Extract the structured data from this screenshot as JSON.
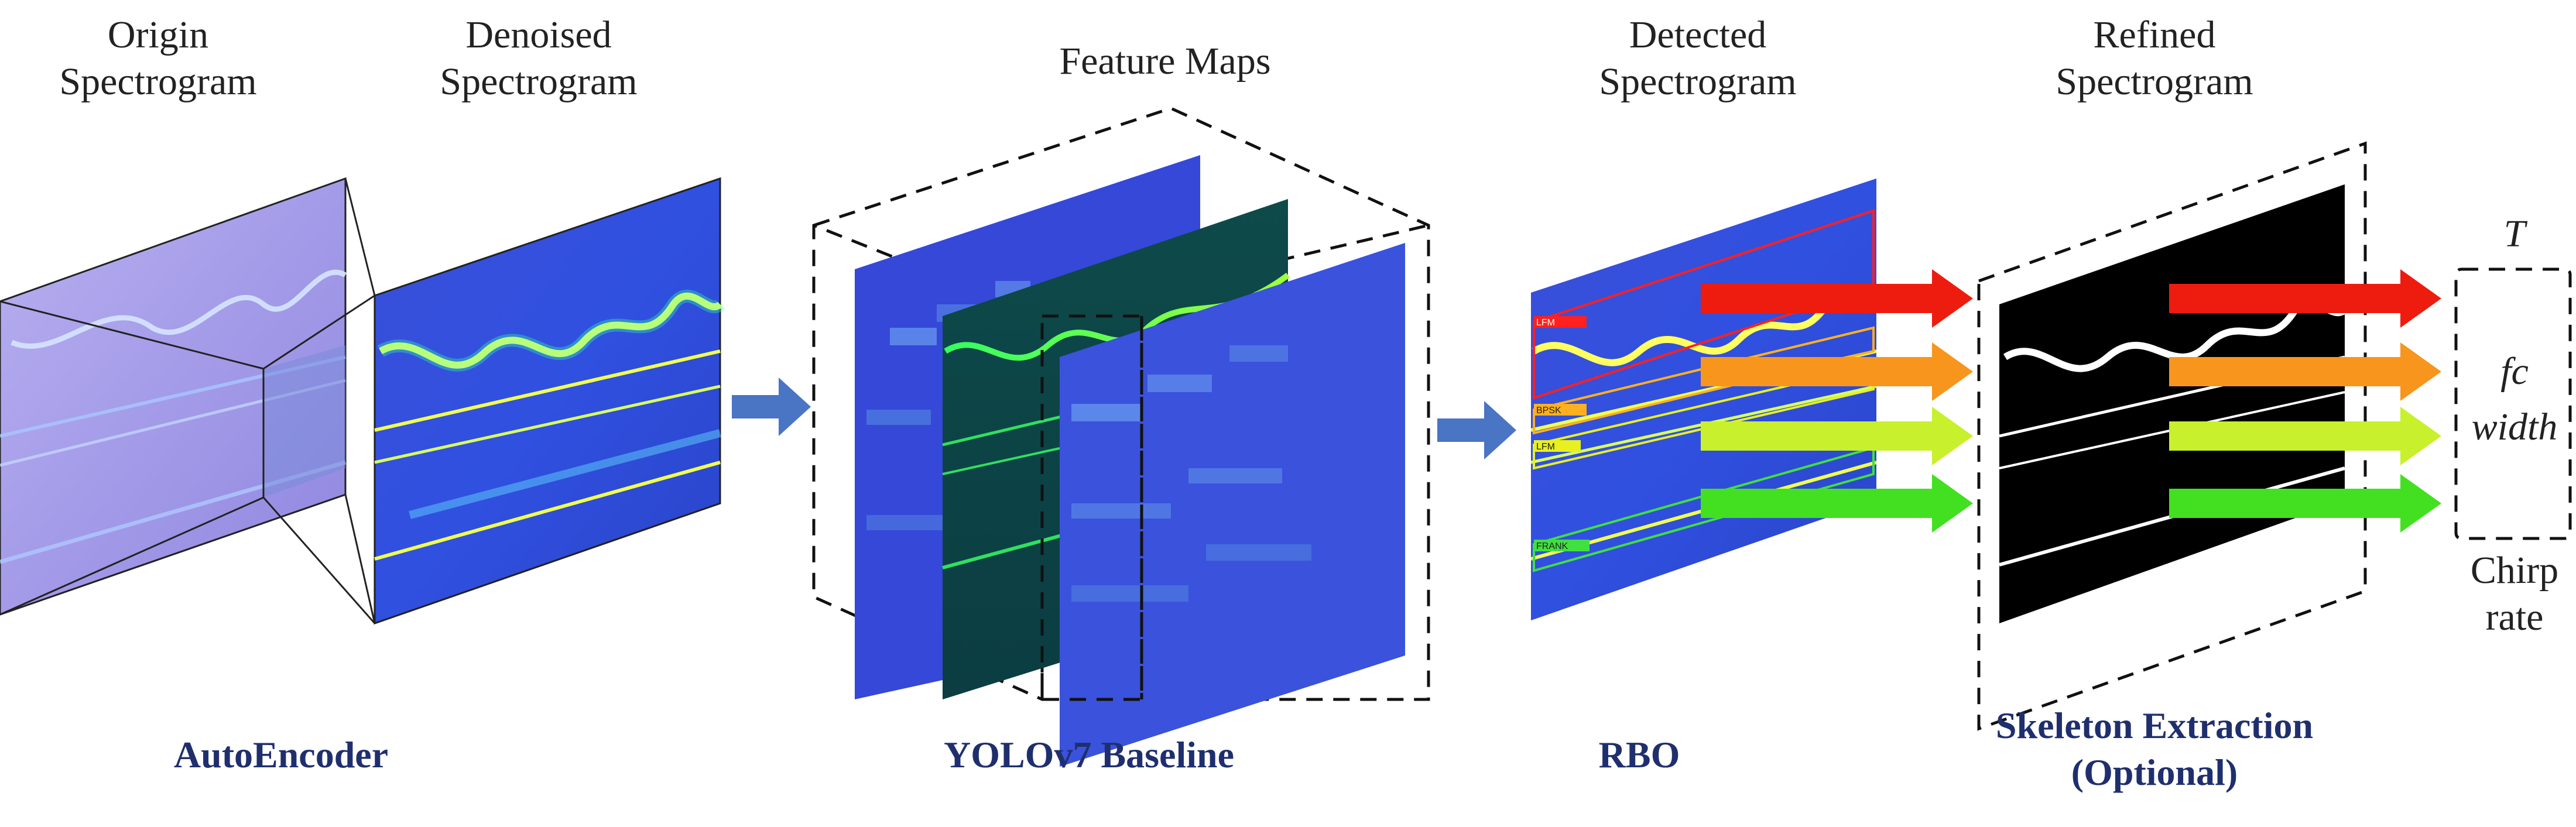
{
  "stages": {
    "origin": {
      "line1": "Origin",
      "line2": "Spectrogram"
    },
    "denoised": {
      "line1": "Denoised",
      "line2": "Spectrogram"
    },
    "feature": {
      "label": "Feature Maps"
    },
    "detected": {
      "line1": "Detected",
      "line2": "Spectrogram"
    },
    "refined": {
      "line1": "Refined",
      "line2": "Spectrogram"
    }
  },
  "modules": {
    "autoencoder": "AutoEncoder",
    "yolo": "YOLOv7 Baseline",
    "rbo": "RBO",
    "skeleton_line1": "Skeleton Extraction",
    "skeleton_line2": "(Optional)"
  },
  "outputs": {
    "t": "T",
    "fc": "fc",
    "width": "width",
    "chirp_line1": "Chirp",
    "chirp_line2": "rate"
  },
  "detection_tags": [
    "LFM",
    "BPSK",
    "LFM",
    "FRANK"
  ],
  "colors": {
    "arrow_red": "#ee1c0e",
    "arrow_orange": "#f7951d",
    "arrow_yellow": "#c8f02c",
    "arrow_green": "#42e020",
    "flow_arrow": "#4a74c4",
    "bold_text": "#1f2f6e",
    "box_red": "#ff2020",
    "box_orange": "#ffb020",
    "box_yellow": "#e8f020",
    "box_green": "#40e040"
  }
}
